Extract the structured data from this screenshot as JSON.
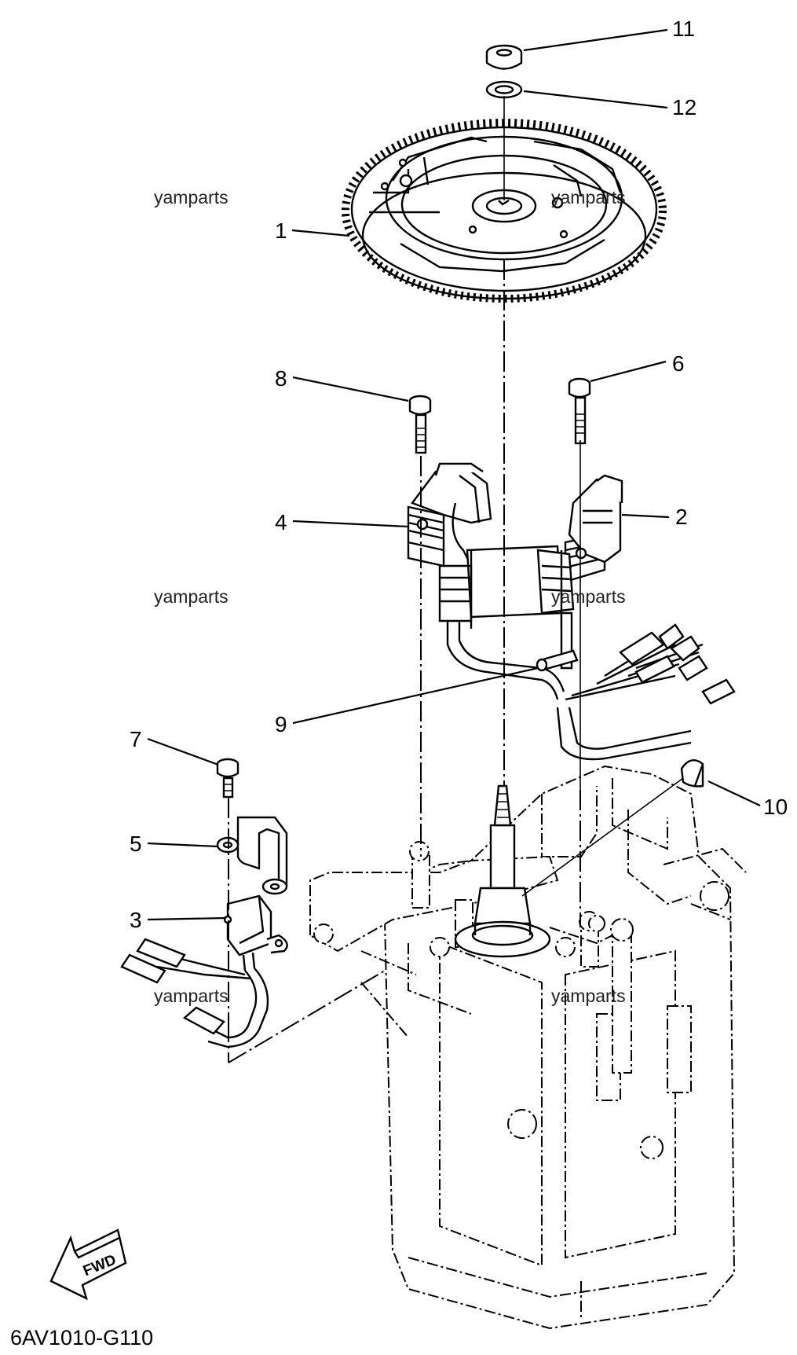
{
  "diagram": {
    "callouts": [
      {
        "number": "11"
      },
      {
        "number": "12"
      },
      {
        "number": "1"
      },
      {
        "number": "8"
      },
      {
        "number": "6"
      },
      {
        "number": "4"
      },
      {
        "number": "2"
      },
      {
        "number": "9"
      },
      {
        "number": "7"
      },
      {
        "number": "10"
      },
      {
        "number": "5"
      },
      {
        "number": "3"
      }
    ],
    "watermarks": [
      "yamparts",
      "yamparts",
      "yamparts",
      "yamparts",
      "yamparts",
      "yamparts"
    ],
    "direction_label": "FWD",
    "diagram_code": "6AV1010-G110"
  }
}
